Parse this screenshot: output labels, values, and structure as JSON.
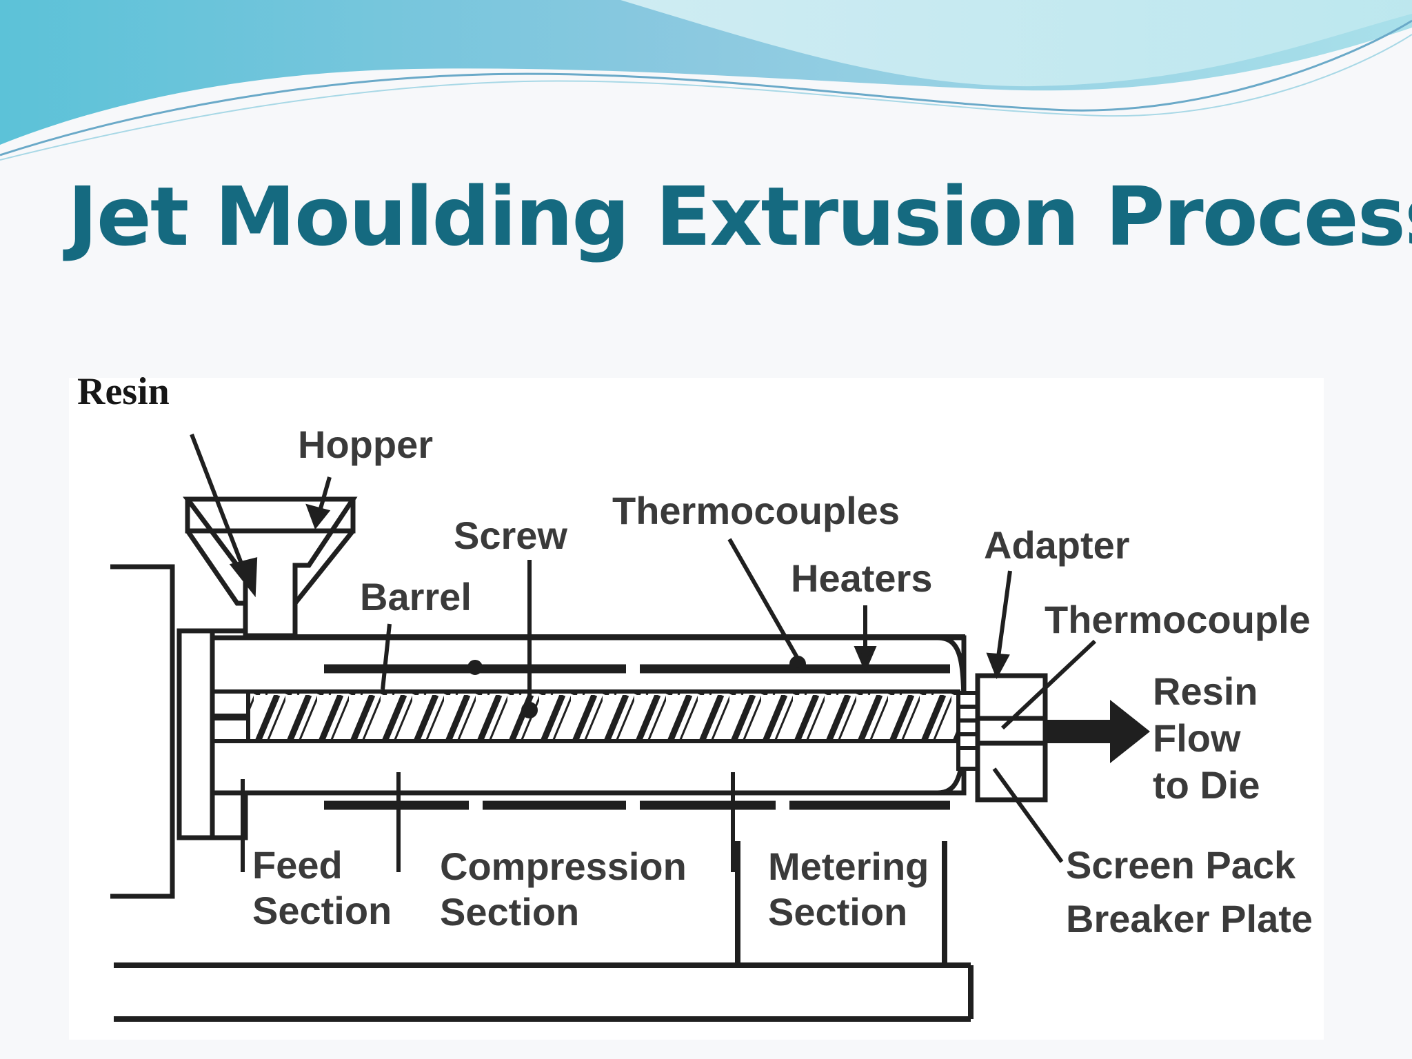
{
  "slide": {
    "title": "Jet Moulding Extrusion Process"
  },
  "diagram": {
    "labels": {
      "resin_in": "Resin",
      "hopper": "Hopper",
      "screw": "Screw",
      "thermocouples": "Thermocouples",
      "barrel": "Barrel",
      "heaters": "Heaters",
      "adapter": "Adapter",
      "thermocouple": "Thermocouple",
      "resin_flow_line1": "Resin",
      "resin_flow_line2": "Flow",
      "resin_flow_line3": "to Die",
      "feed_line1": "Feed",
      "feed_line2": "Section",
      "compression_line1": "Compression",
      "compression_line2": "Section",
      "metering_line1": "Metering",
      "metering_line2": "Section",
      "screen_pack_line1": "Screen Pack",
      "screen_pack_line2": "Breaker Plate"
    }
  },
  "colors": {
    "title": "#156a80",
    "wave_dark": "#7cc3dc",
    "wave_light": "#c7ebf2",
    "ink": "#1f1f1f"
  }
}
